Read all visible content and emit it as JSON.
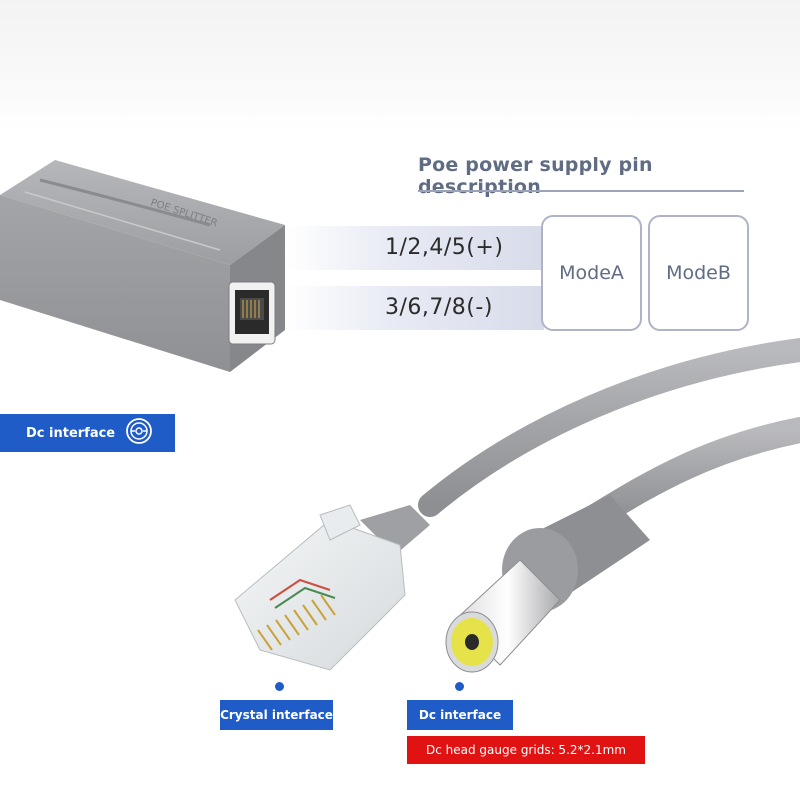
{
  "title": "Poe power supply pin description",
  "pins": {
    "positive": "1/2,4/5(+)",
    "negative": "3/6,7/8(-)"
  },
  "modes": [
    "ModeA",
    "ModeB"
  ],
  "device_label": "POE SPLITTER",
  "labels": {
    "dc_interface_side": "Dc interface",
    "crystal_interface": "Crystal interface",
    "dc_interface_bottom": "Dc interface",
    "dc_head_gauge": "Dc head gauge grids: 5.2*2.1mm"
  },
  "colors": {
    "badge_blue": "#1f5cc8",
    "badge_red": "#e01212",
    "title_color": "#5f6c83",
    "cable_gray": "#a9aaad",
    "dc_tip_yellow": "#e6e24a"
  },
  "icons": {
    "dc_interface": "dc-socket-icon"
  }
}
